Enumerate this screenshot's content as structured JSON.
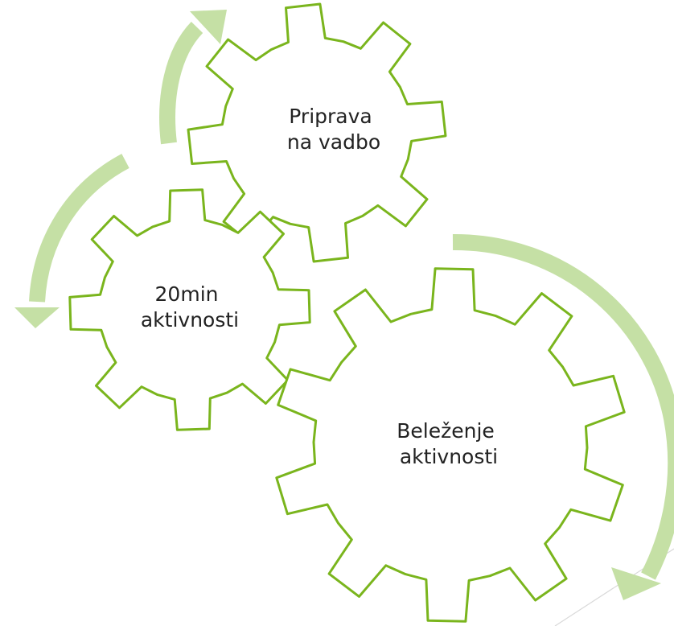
{
  "colors": {
    "gear_stroke": "#7AB51D",
    "gear_fill": "#FFFFFF",
    "arrow": "#C5E0A5",
    "background": "#FFFFFF",
    "slide_edge": "#D9D9D9",
    "text": "#222222"
  },
  "gears": [
    {
      "id": "gear-priprava",
      "lines": [
        "Priprava",
        "na vadbo"
      ]
    },
    {
      "id": "gear-20min",
      "lines": [
        "20min",
        "aktivnosti"
      ]
    },
    {
      "id": "gear-belezenje",
      "lines": [
        "Beleženje",
        "aktivnosti"
      ]
    }
  ],
  "arrows": [
    {
      "id": "arrow-upper-left",
      "direction": "up"
    },
    {
      "id": "arrow-left",
      "direction": "down"
    },
    {
      "id": "arrow-right",
      "direction": "down"
    }
  ]
}
